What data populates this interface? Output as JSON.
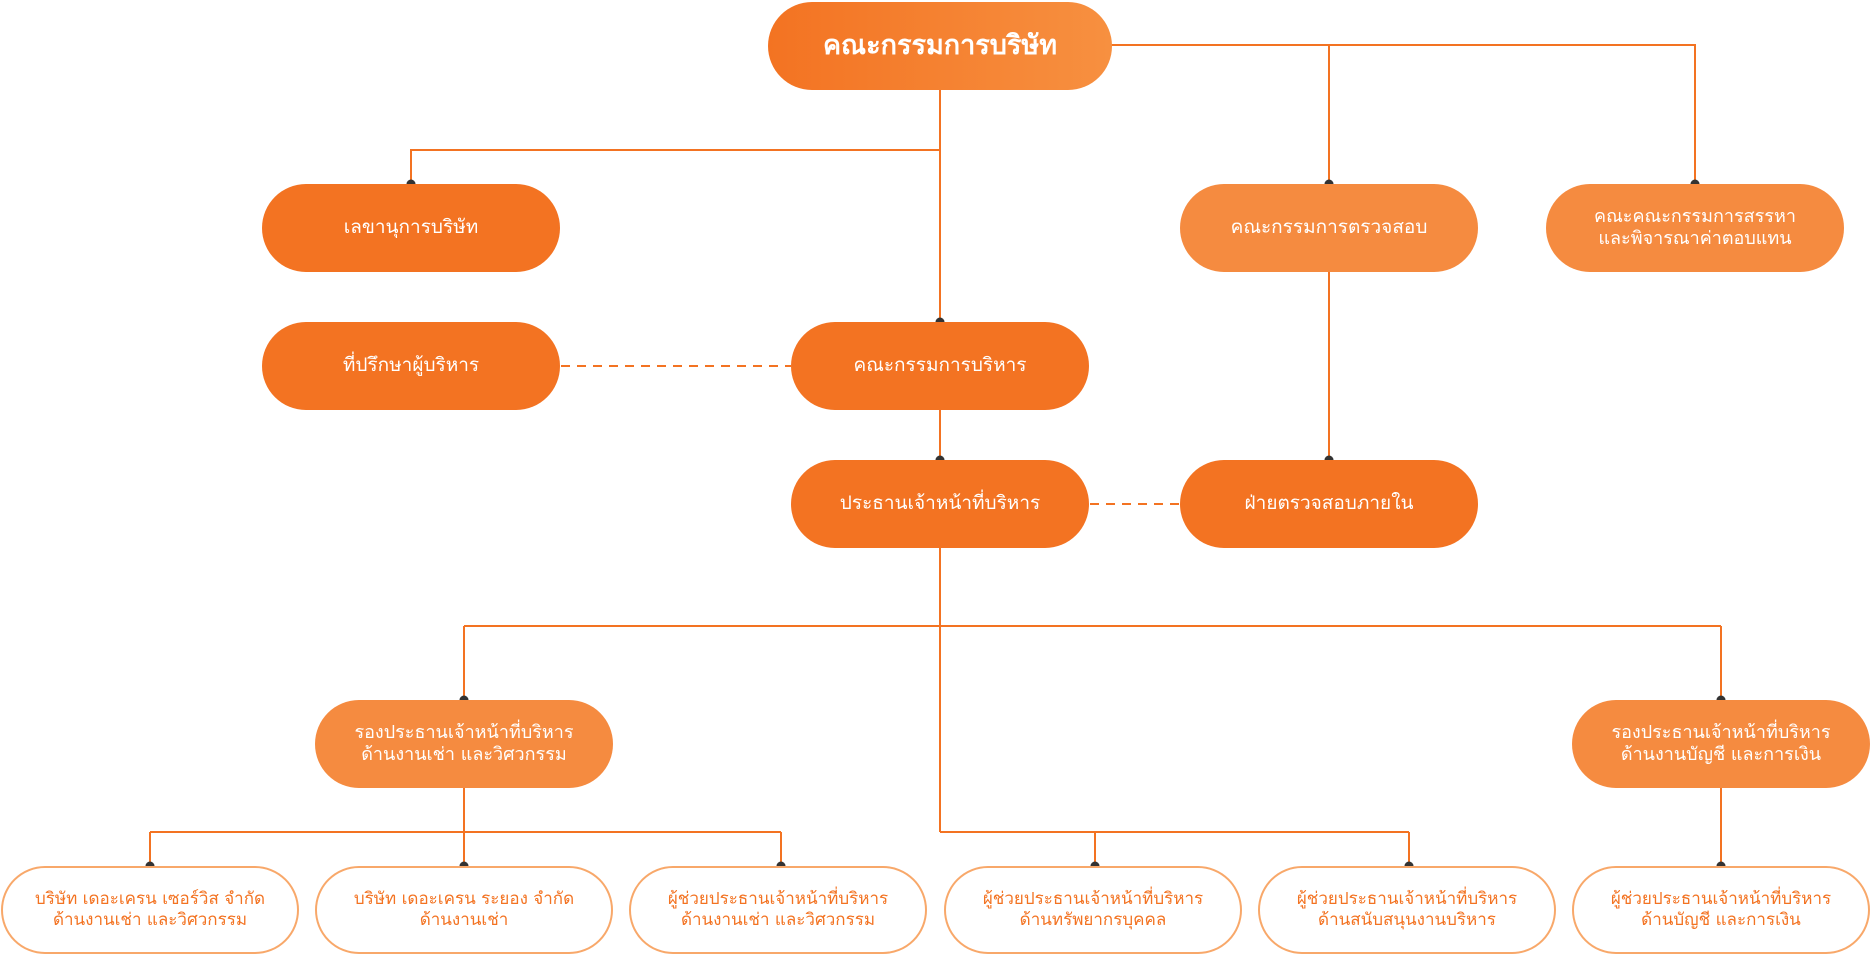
{
  "colors": {
    "accent": "#f37322",
    "accent_light": "#f58b40",
    "outline": "#f8a86a"
  },
  "board": {
    "label": "คณะกรรมการบริษัท"
  },
  "secretary": {
    "label": "เลขานุการบริษัท"
  },
  "audit_committee": {
    "label": "คณะกรรมการตรวจสอบ"
  },
  "nomination_committee": {
    "line1": "คณะคณะกรรมการสรรหา",
    "line2": "และพิจารณาค่าตอบแทน"
  },
  "executive_advisor": {
    "label": "ที่ปรึกษาผู้บริหาร"
  },
  "executive_committee": {
    "label": "คณะกรรมการบริหาร"
  },
  "ceo": {
    "label": "ประธานเจ้าหน้าที่บริหาร"
  },
  "internal_audit": {
    "label": "ฝ่ายตรวจสอบภายใน"
  },
  "deputy_ceo_leasing": {
    "line1": "รองประธานเจ้าหน้าที่บริหาร",
    "line2": "ด้านงานเช่า และวิศวกรรม"
  },
  "deputy_ceo_finance": {
    "line1": "รองประธานเจ้าหน้าที่บริหาร",
    "line2": "ด้านงานบัญชี และการเงิน"
  },
  "bottom": [
    {
      "line1": "บริษัท เดอะเครน เซอร์วิส จำกัด",
      "line2": "ด้านงานเช่า และวิศวกรรม"
    },
    {
      "line1": "บริษัท เดอะเครน ระยอง จำกัด",
      "line2": "ด้านงานเช่า"
    },
    {
      "line1": "ผู้ช่วยประธานเจ้าหน้าที่บริหาร",
      "line2": "ด้านงานเช่า และวิศวกรรม"
    },
    {
      "line1": "ผู้ช่วยประธานเจ้าหน้าที่บริหาร",
      "line2": "ด้านทรัพยากรบุคคล"
    },
    {
      "line1": "ผู้ช่วยประธานเจ้าหน้าที่บริหาร",
      "line2": "ด้านสนับสนุนงานบริหาร"
    },
    {
      "line1": "ผู้ช่วยประธานเจ้าหน้าที่บริหาร",
      "line2": "ด้านบัญชี และการเงิน"
    }
  ]
}
